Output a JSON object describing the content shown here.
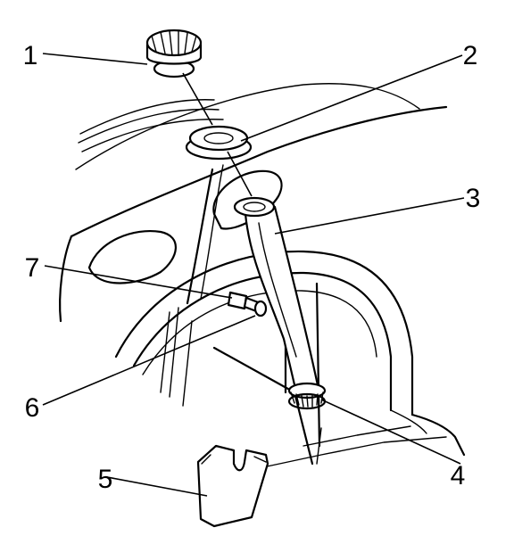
{
  "callouts": [
    {
      "id": "1",
      "label": "1"
    },
    {
      "id": "2",
      "label": "2"
    },
    {
      "id": "3",
      "label": "3"
    },
    {
      "id": "4",
      "label": "4"
    },
    {
      "id": "5",
      "label": "5"
    },
    {
      "id": "6",
      "label": "6"
    },
    {
      "id": "7",
      "label": "7"
    }
  ],
  "colors": {
    "line": "#000000",
    "background": "#ffffff"
  }
}
